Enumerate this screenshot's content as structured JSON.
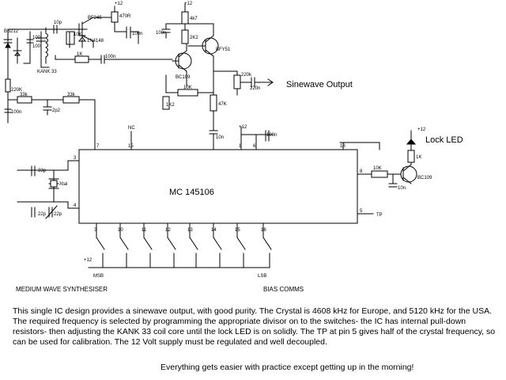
{
  "diagram": {
    "chip_label": "MC 145106",
    "title": "MEDIUM WAVE SYNTHESISER",
    "bias_label": "BIAS COMMS",
    "sinewave_output": "Sinewave Output",
    "lock_led": "Lock LED",
    "tp": "TP",
    "msb": "MSB",
    "lsb": "LSB",
    "nc": "NC",
    "supply": "+12",
    "components": {
      "bb212": "BB212",
      "c10p": "10p",
      "bf245": "BF245",
      "r470": "470R",
      "c100n_a": "100n",
      "r10k_a": "10K",
      "d1n4148": "1N4148",
      "c100_a": "100",
      "c100_b": "100",
      "kank33": "KANK 33",
      "r1k_a": "1K",
      "c100n_b": "100n",
      "r4k7": "4k7",
      "c100n_c": "100n",
      "r2k2": "2K2",
      "bfy51": "BFY51",
      "bc109_a": "BC109",
      "r10k_b": "10K",
      "r1k2": "1K2",
      "r47k": "47K",
      "r220k_a": "220K",
      "c100n_d": "100n",
      "r33k_a": "33k",
      "r33k_b": "33k",
      "c2p2": "2p2",
      "r220k_b": "220k",
      "c220n": "220n",
      "c10n_a": "10n",
      "c100n_e": "100n",
      "c33p": "33p",
      "xtal": "Xtal",
      "c22p_a": "22p",
      "c22p_b": "22p",
      "r10k_c": "10K",
      "c10n_b": "10n",
      "bc109_b": "BC109",
      "r1k_b": "1K"
    },
    "pins": {
      "p7": "7",
      "p15": "15",
      "p1": "1",
      "p6": "6",
      "p18": "18",
      "p3": "3",
      "p4": "4",
      "p8": "8",
      "p5": "5",
      "b3": "3",
      "b10": "10",
      "b11": "11",
      "b12": "12",
      "b13": "13",
      "b14": "14",
      "b15": "15",
      "b16": "16"
    }
  },
  "description": "This single IC design provides a sinewave output, with good purity.  The Crystal is 4608 kHz for Europe, and 5120 kHz for the USA.  The required frequency is selected by programming the appropriate divisor on to the switches- the IC has internal pull-down resistors- then adjusting the KANK 33 coil core until the lock LED is on solidly.  The TP at pin 5 gives half of the crystal frequency, so can be used for calibration.  The 12 Volt supply must be regulated and well decoupled.",
  "motto": "Everything gets easier with practice except getting up in the morning!"
}
